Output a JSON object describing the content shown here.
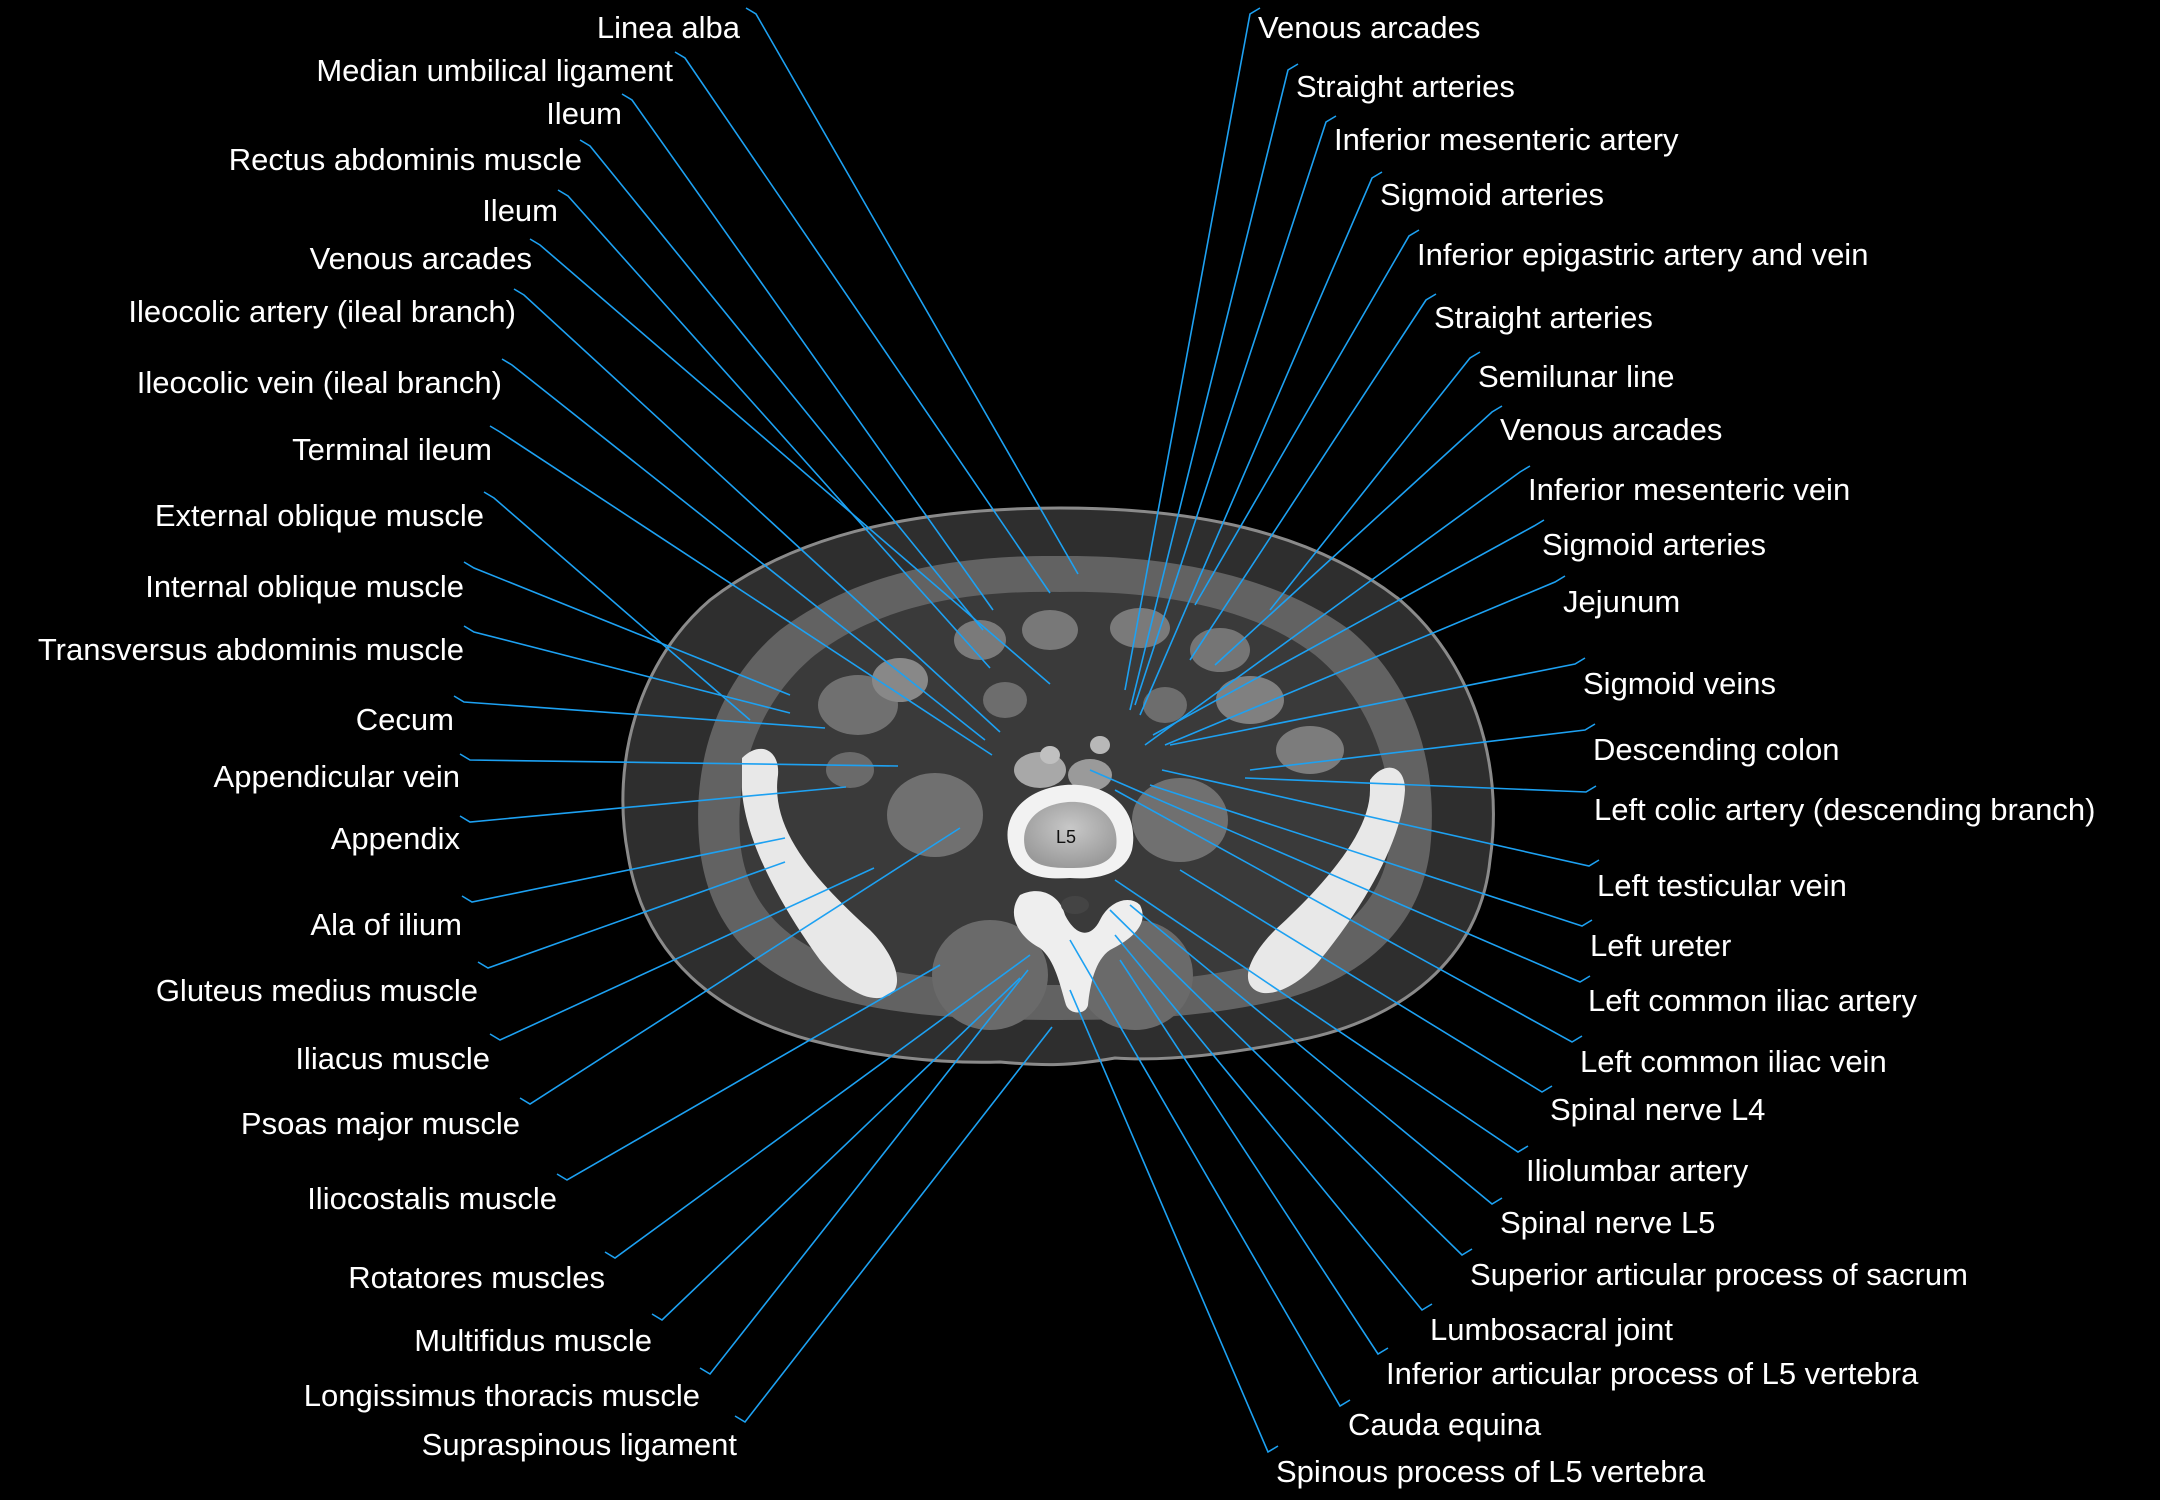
{
  "image": {
    "vertebra_label": "L5"
  },
  "labels": {
    "left": [
      "Linea alba",
      "Median umbilical ligament",
      "Ileum",
      "Rectus abdominis muscle",
      "Ileum",
      "Venous arcades",
      "Ileocolic  artery (ileal  branch)",
      "Ileocolic  vein  (ileal  branch)",
      "Terminal ileum",
      "External oblique muscle",
      "Internal oblique muscle",
      "Transversus abdominis muscle",
      "Cecum",
      "Appendicular  vein",
      "Appendix",
      "Ala of ilium",
      "Gluteus medius muscle",
      "Iliacus muscle",
      "Psoas major muscle",
      "Iliocostalis muscle",
      "Rotatores muscles",
      "Multifidus muscle",
      "Longissimus thoracis muscle",
      "Supraspinous ligament"
    ],
    "right": [
      "Venous arcades",
      "Straight  arteries",
      "Inferior mesenteric artery",
      "Sigmoid  arteries",
      "Inferior epigastric artery and vein",
      "Straight  arteries",
      "Semilunar line",
      "Venous arcades",
      "Inferior mesenteric vein",
      "Sigmoid  arteries",
      "Jejunum",
      "Sigmoid veins",
      "Descending colon",
      "Left colic  artery (descending branch)",
      "Left testicular vein",
      "Left ureter",
      "Left common iliac artery",
      "Left common iliac vein",
      "Spinal nerve L4",
      "Iliolumbar artery",
      "Spinal nerve L5",
      "Superior articular process of sacrum",
      "Lumbosacral joint",
      "Inferior articular process of L5 vertebra",
      "Cauda equina",
      "Spinous process of L5 vertebra"
    ]
  }
}
